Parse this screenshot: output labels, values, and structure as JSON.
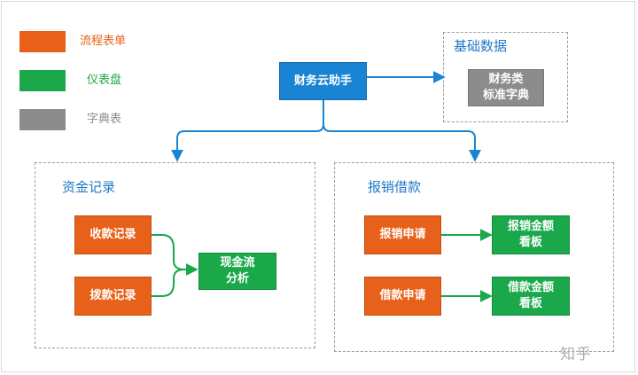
{
  "legend": {
    "items": [
      {
        "label": "流程表单",
        "color": "#e8611a"
      },
      {
        "label": "仪表盘",
        "color": "#1aa84b"
      },
      {
        "label": "字典表",
        "color": "#8c8c8c"
      }
    ]
  },
  "root": {
    "label": "财务云助手",
    "color": "#1984d4"
  },
  "groups": {
    "basic": {
      "title": "基础数据",
      "dict": "财务类\n标准字典"
    },
    "funds": {
      "title": "资金记录",
      "receipt": "收款记录",
      "transfer": "拨款记录",
      "cashflow": "现金流\n分析"
    },
    "expense": {
      "title": "报销借款",
      "reimb_apply": "报销申请",
      "reimb_board": "报销金额\n看板",
      "loan_apply": "借款申请",
      "loan_board": "借款金额\n看板"
    }
  },
  "watermark": "知乎"
}
